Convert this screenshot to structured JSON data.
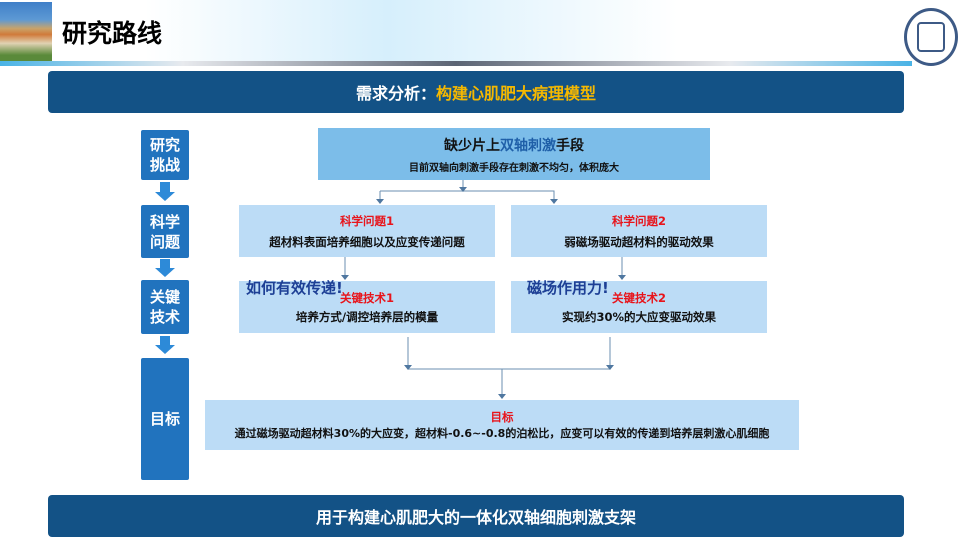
{
  "header": {
    "title": "研究路线"
  },
  "top_bar": {
    "prefix": "需求分析：",
    "highlight": "构建心肌肥大病理模型"
  },
  "side_steps": [
    "研究挑战",
    "科学问题",
    "关键技术",
    "目标"
  ],
  "challenge": {
    "title_a": "缺少片上",
    "title_b": "双轴刺激",
    "title_c": "手段",
    "desc": "目前双轴向刺激手段存在刺激不均匀，体积庞大"
  },
  "sci": [
    {
      "label": "科学问题1",
      "desc": "超材料表面培养细胞以及应变传递问题"
    },
    {
      "label": "科学问题2",
      "desc": "弱磁场驱动超材料的驱动效果"
    }
  ],
  "tech": [
    {
      "label": "关键技术1",
      "desc": "培养方式/调控培养层的模量",
      "callout": "如何有效传递!"
    },
    {
      "label": "关键技术2",
      "desc": "实现约30%的大应变驱动效果",
      "callout": "磁场作用力!"
    }
  ],
  "goal": {
    "label": "目标",
    "desc": "通过磁场驱动超材料30%的大应变，超材料-0.6~-0.8的泊松比，应变可以有效的传递到培养层刺激心肌细胞"
  },
  "bottom_bar": {
    "text": "用于构建心肌肥大的一体化双轴细胞刺激支架"
  }
}
